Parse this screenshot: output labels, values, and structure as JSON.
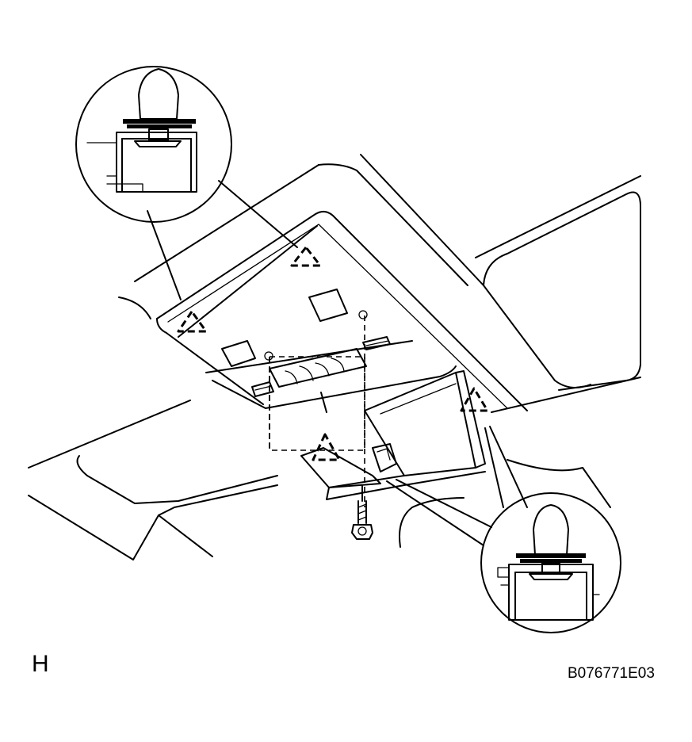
{
  "figure": {
    "view_label": "H",
    "figure_code": "B076771E03"
  },
  "components": {
    "console": "overhead-console",
    "screw": "screw",
    "clips": [
      "clip-1",
      "clip-2",
      "clip-3"
    ],
    "details": [
      "clip-detail-upper-left",
      "clip-detail-lower-right"
    ]
  }
}
